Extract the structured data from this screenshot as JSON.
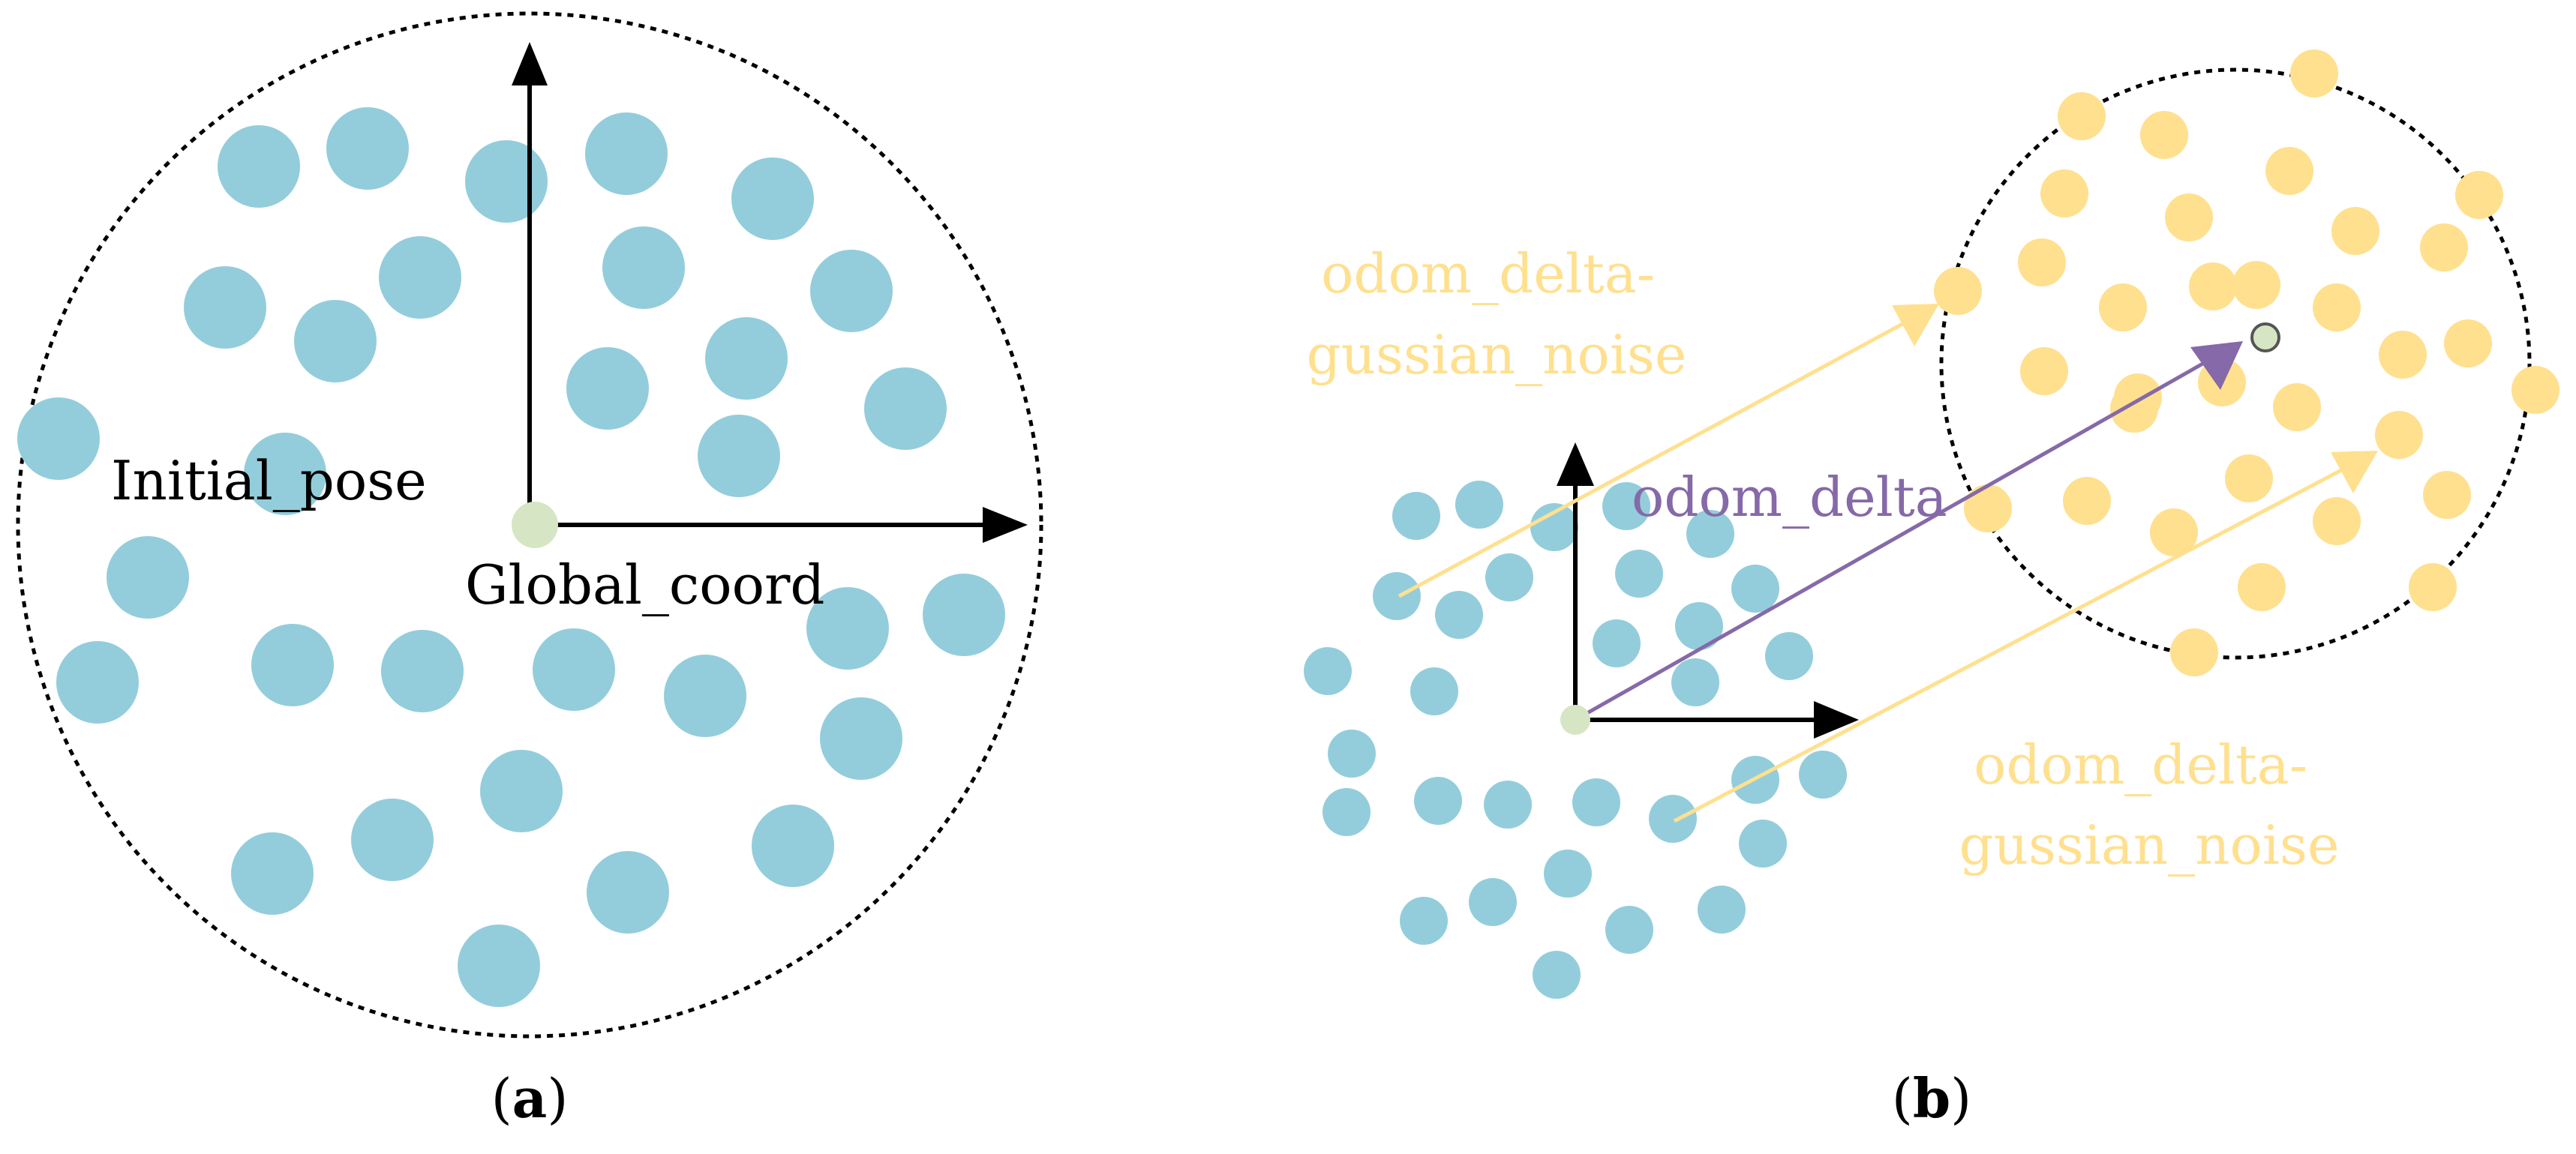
{
  "colors": {
    "particle": "#93CDDB",
    "predicted_particle": "#FFE08F",
    "pose_point": "#D6E6C4",
    "axis": "#000000",
    "boundary": "#000000",
    "noise_arrow": "#FFE08F",
    "noise_text": "#FFE08F",
    "delta_arrow": "#8569A8",
    "delta_text": "#8569A8",
    "label_text": "#000000"
  },
  "panel_a": {
    "caption_letter": "a",
    "label_initial_pose": "Initial_pose",
    "label_global_coord": "Global_coord"
  },
  "panel_b": {
    "caption_letter": "b",
    "label_odom_delta": "odom_delta",
    "noise_label_top": {
      "line1": "odom_delta-",
      "line2": "gussian_noise"
    },
    "noise_label_bottom": {
      "line1": "odom_delta-",
      "line2": "gussian_noise"
    }
  }
}
